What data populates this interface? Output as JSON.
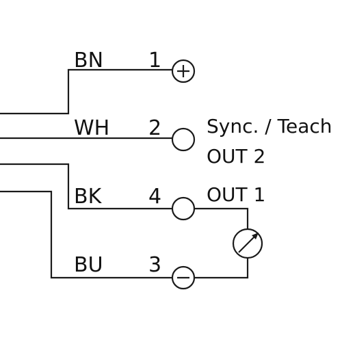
{
  "wires": [
    {
      "color_code": "BN",
      "pin": "1",
      "terminal_symbol": "+"
    },
    {
      "color_code": "WH",
      "pin": "2",
      "function": "Sync. / Teach",
      "function2": "OUT 2"
    },
    {
      "color_code": "BK",
      "pin": "4",
      "function": "OUT 1"
    },
    {
      "color_code": "BU",
      "pin": "3",
      "terminal_symbol": "−"
    }
  ],
  "load_symbol": "meter-icon",
  "line_color": "#1a1a1a"
}
